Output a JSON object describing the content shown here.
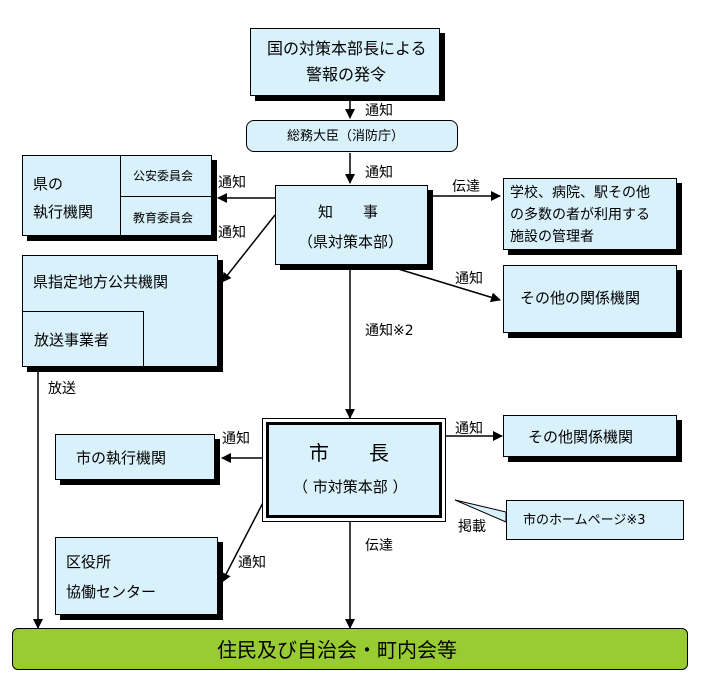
{
  "nodes": {
    "top": {
      "line1": "国の対策本部長による",
      "line2": "警報の発令"
    },
    "minister": "総務大臣（消防庁）",
    "governor": {
      "line1": "知　　事",
      "line2": "（県対策本部）"
    },
    "pref_exec": {
      "title_line1": "県の",
      "title_line2": "執行機関",
      "sub1": "公安委員会",
      "sub2": "教育委員会"
    },
    "pref_public": {
      "title": "県指定地方公共機関",
      "sub": "放送事業者"
    },
    "facilities": {
      "line1": "学校、病院、駅その他",
      "line2": "の多数の者が利用する",
      "line3": "施設の管理者"
    },
    "other_gov": "その他の関係機関",
    "mayor": {
      "line1": "市　　長",
      "line2": "（ 市対策本部 ）"
    },
    "city_exec": "市の執行機関",
    "ward": {
      "line1": "区役所",
      "line2": "協働センター"
    },
    "other_city": "その他関係機関",
    "homepage": "市のホームページ※3",
    "residents": "住民及び自治会・町内会等"
  },
  "labels": {
    "notify1": "通知",
    "notify2": "通知",
    "notify_pref1": "通知",
    "notify_pref2": "通知",
    "transmit_fac": "伝達",
    "notify_other": "通知",
    "notify_mayor": "通知※2",
    "broadcast": "放送",
    "notify_city": "通知",
    "notify_other_city": "通知",
    "post": "掲載",
    "notify_ward": "通知",
    "transmit_res": "伝達"
  },
  "colors": {
    "box_fill": "#d9f1fb",
    "residents_fill": "#99cc33",
    "line": "#000000"
  }
}
